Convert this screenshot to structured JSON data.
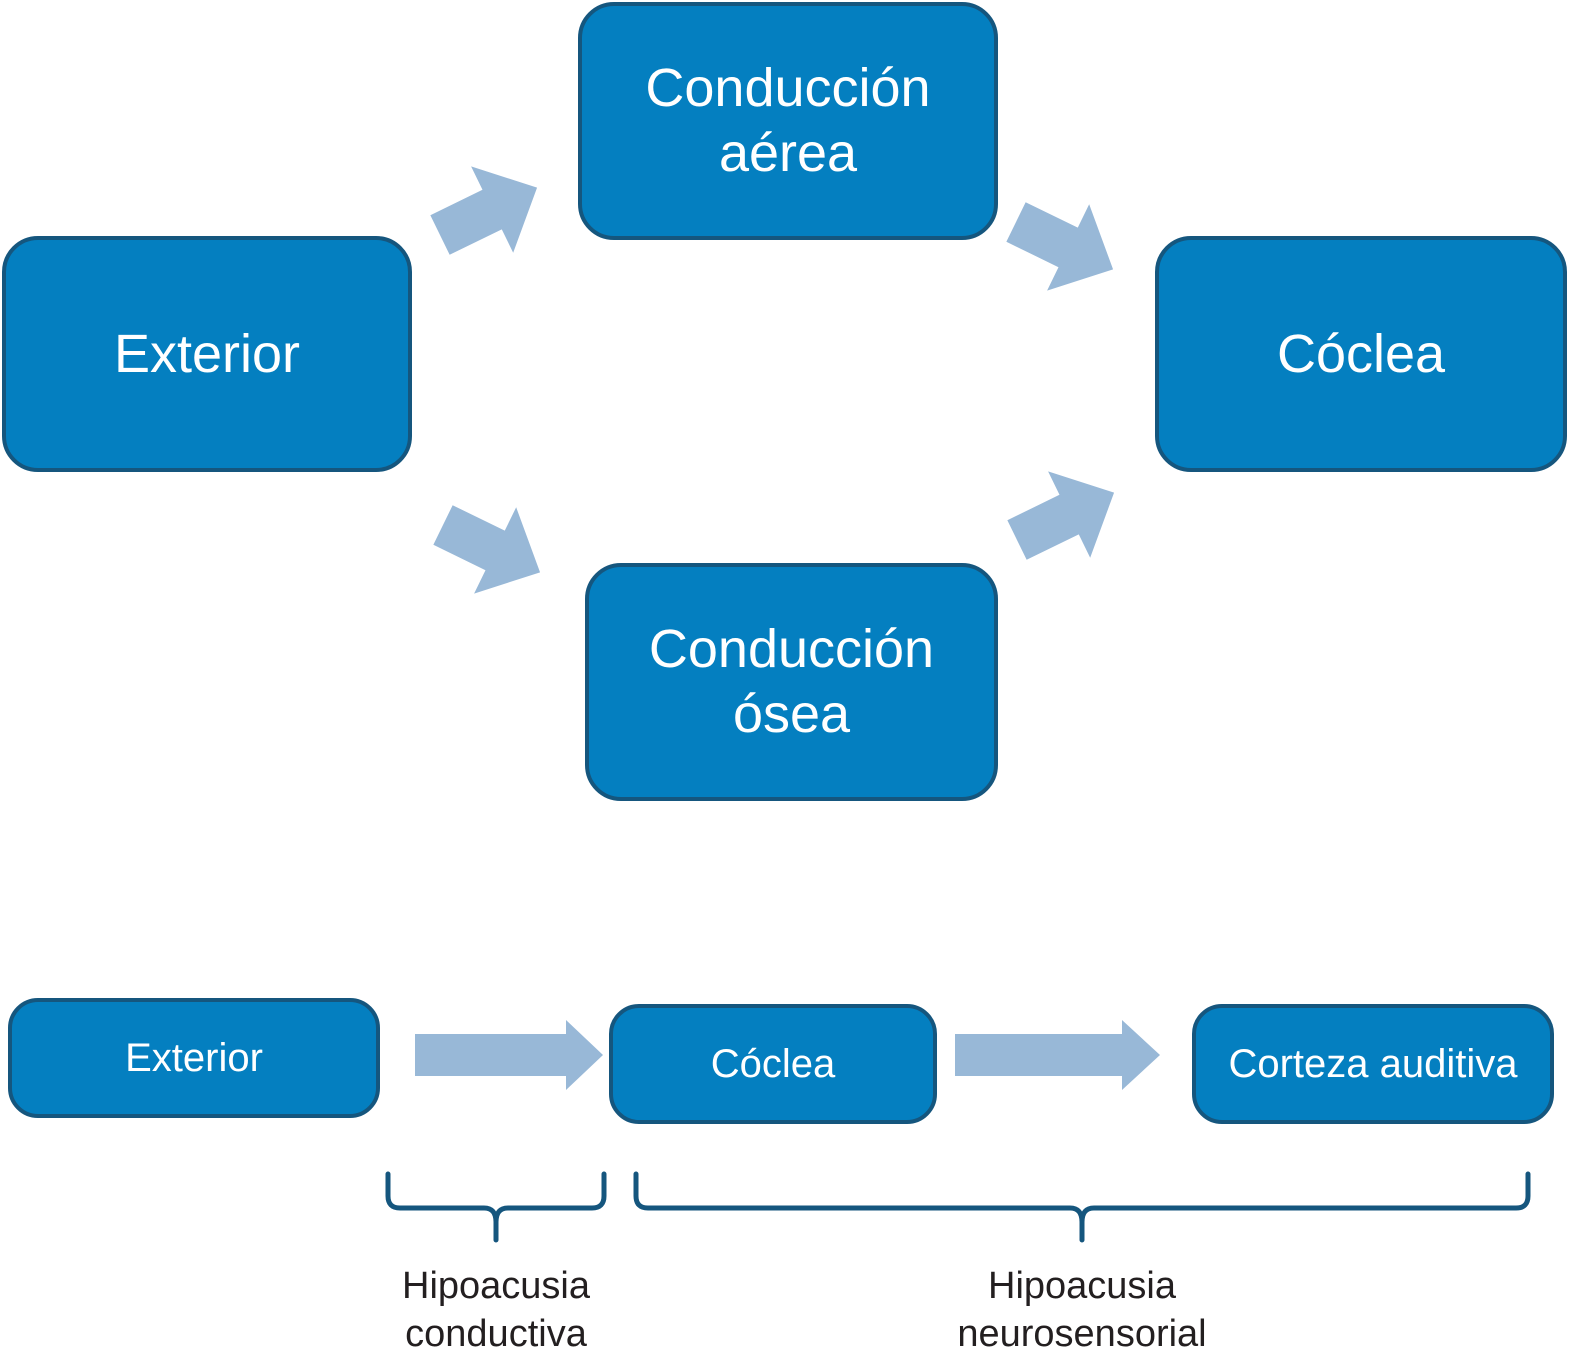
{
  "top_diagram": {
    "exterior": "Exterior",
    "air_conduction": [
      "Conducción",
      "aérea"
    ],
    "bone_conduction": [
      "Conducción",
      "ósea"
    ],
    "cochlea": "Cóclea"
  },
  "bottom_diagram": {
    "exterior": "Exterior",
    "cochlea": "Cóclea",
    "auditory_cortex": "Corteza auditiva",
    "conductive_label": [
      "Hipoacusia",
      "conductiva"
    ],
    "sensorineural_label": [
      "Hipoacusia",
      "neurosensorial"
    ]
  },
  "colors": {
    "box_fill": "#047fc0",
    "box_border": "#15567e",
    "arrow": "#98b8d7",
    "bracket": "#15567e",
    "caption_text": "#231f20"
  }
}
